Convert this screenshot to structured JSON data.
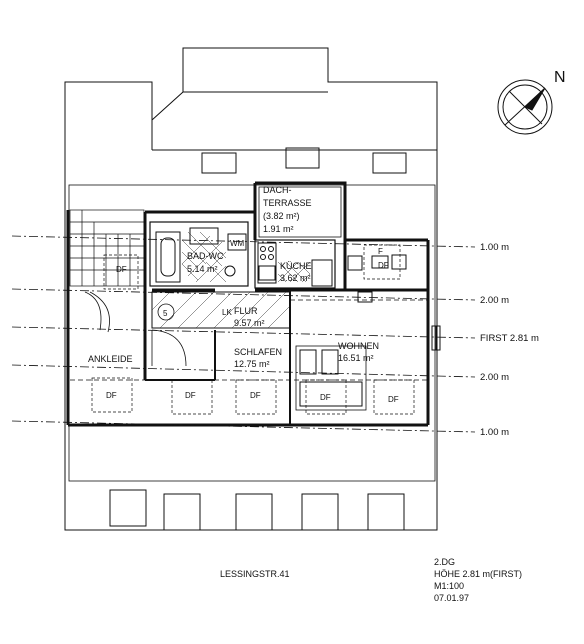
{
  "compass": {
    "label": "N"
  },
  "rooms": {
    "dachterrasse": {
      "name": "DACH-",
      "name2": "TERRASSE",
      "area": "(3.82 m²)",
      "area2": "1.91 m²"
    },
    "bad": {
      "name": "BAD-WC",
      "area": "5.14 m²"
    },
    "kueche": {
      "name": "KÜCHE",
      "area": "3.62 m²"
    },
    "flur": {
      "name": "FLUR",
      "area": "9.57 m²"
    },
    "schlafen": {
      "name": "SCHLAFEN",
      "area": "12.75 m²"
    },
    "wohnen": {
      "name": "WOHNEN",
      "area": "16.51 m²"
    },
    "ankleide": {
      "name": "ANKLEIDE"
    }
  },
  "fixtures": {
    "wm": "WM",
    "lk": "LK",
    "stair_number": "5",
    "f": "F"
  },
  "df_label": "DF",
  "levels": {
    "l1": "1.00 m",
    "l2": "2.00 m",
    "first": "FIRST 2.81 m",
    "l3": "2.00 m",
    "l4": "1.00 m"
  },
  "title": {
    "street": "LESSINGSTR.41",
    "floor": "2.DG",
    "height": "HÖHE 2.81 m(FIRST)",
    "scale": "M1:100",
    "date": "07.01.97"
  }
}
